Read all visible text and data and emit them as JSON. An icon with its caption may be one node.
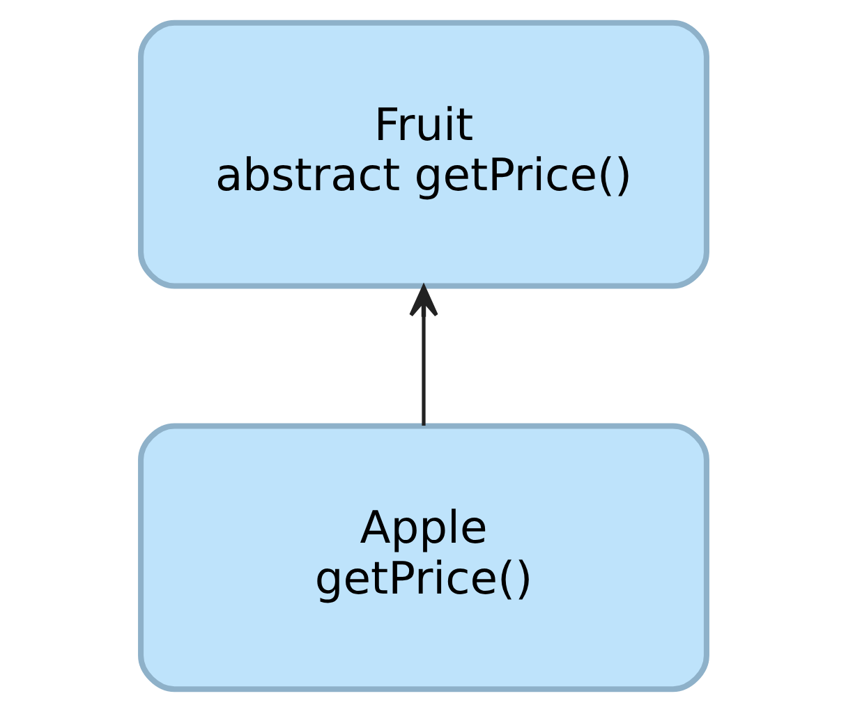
{
  "diagram": {
    "nodes": [
      {
        "text": [
          "Fruit",
          "abstract getPrice()"
        ]
      },
      {
        "text": [
          "Apple",
          "getPrice()"
        ]
      }
    ],
    "edges": [
      {
        "from": 1,
        "to": 0,
        "arrow": "to"
      }
    ]
  }
}
